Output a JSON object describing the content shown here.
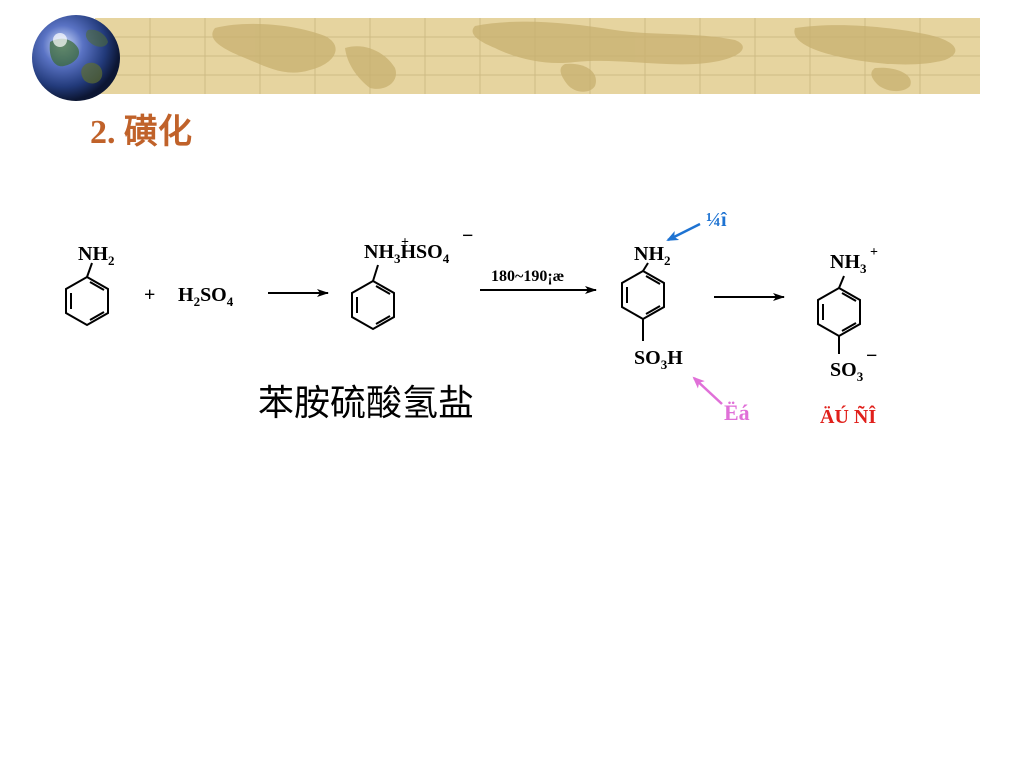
{
  "slide": {
    "title": "2. 磺化",
    "colors": {
      "title": "#c0622a",
      "blue_arrow": "#1e73d2",
      "pink_arrow": "#e070d8",
      "red_label": "#e0201b",
      "banner": "#e6d49f"
    }
  },
  "scheme": {
    "reactant_group": "NH",
    "reactant_group_sub": "2",
    "plus_sign": "+",
    "reagent_main": "H",
    "reagent_sub1": "2",
    "reagent_mid": "SO",
    "reagent_sub2": "4",
    "salt_group": "NH",
    "salt_sub1": "3",
    "salt_plus": "+",
    "salt_anion": "HSO",
    "salt_sub2": "4",
    "salt_minus": "−",
    "condition": "180~190¡æ",
    "product_amine": "NH",
    "product_amine_sub": "2",
    "product_acid": "SO",
    "product_acid_sub": "3",
    "product_acid_end": "H",
    "blue_label": "¼î",
    "pink_label": "Ëá",
    "zwitter_amine": "NH",
    "zwitter_amine_sub": "3",
    "zwitter_plus": "+",
    "zwitter_sulfonate": "SO",
    "zwitter_sulfonate_sub": "3",
    "zwitter_minus": "−",
    "red_label": "ÄÚ ÑÎ",
    "salt_caption": "苯胺硫酸氢盐"
  }
}
